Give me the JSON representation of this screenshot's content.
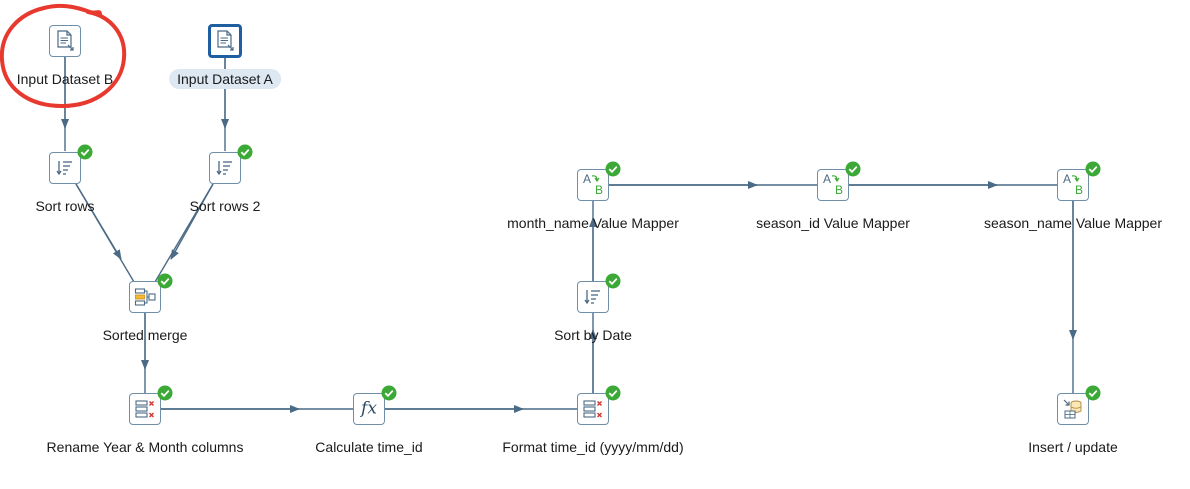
{
  "steps": {
    "input_b": {
      "label": "Input Dataset B",
      "icon": "text-file-input-icon",
      "status": "none"
    },
    "input_a": {
      "label": "Input Dataset A",
      "icon": "text-file-input-icon",
      "status": "selected"
    },
    "sort_rows": {
      "label": "Sort rows",
      "icon": "sort-icon",
      "status": "ok"
    },
    "sort_rows_2": {
      "label": "Sort rows 2",
      "icon": "sort-icon",
      "status": "ok"
    },
    "sorted_merge": {
      "label": "Sorted merge",
      "icon": "merge-icon",
      "status": "ok"
    },
    "rename": {
      "label": "Rename Year & Month columns",
      "icon": "select-values-icon",
      "status": "ok"
    },
    "calc_time_id": {
      "label": "Calculate time_id",
      "icon": "formula-icon",
      "status": "ok"
    },
    "format_time_id": {
      "label": "Format time_id (yyyy/mm/dd)",
      "icon": "select-values-icon",
      "status": "ok"
    },
    "sort_by_date": {
      "label": "Sort by Date",
      "icon": "sort-icon",
      "status": "ok"
    },
    "month_mapper": {
      "label": "month_name Value Mapper",
      "icon": "value-mapper-icon",
      "status": "ok"
    },
    "season_id_mapper": {
      "label": "season_id Value Mapper",
      "icon": "value-mapper-icon",
      "status": "ok"
    },
    "season_name_mapper": {
      "label": "season_name Value Mapper",
      "icon": "value-mapper-icon",
      "status": "ok"
    },
    "insert_update": {
      "label": "Insert / update",
      "icon": "insert-update-icon",
      "status": "ok"
    }
  },
  "glyphs": {
    "formula": "fx",
    "mapper_a": "A",
    "mapper_b": "B"
  },
  "colors": {
    "hop": "#4a6a86",
    "ok_check": "#3aa935",
    "selected_border": "#1f5fa0",
    "label_highlight": "#dde8f3",
    "annotation": "#e8392f"
  }
}
